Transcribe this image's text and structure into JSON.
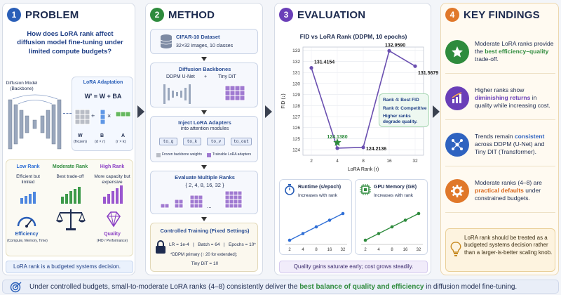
{
  "problem": {
    "num": "1",
    "header": "PROBLEM",
    "question": "How does LoRA rank affect diffusion model fine-tuning under limited compute budgets?",
    "model_label": "Diffusion Model (Backbone)",
    "lora_title": "LoRA Adaptation",
    "equation": "W' = W + BA",
    "w_label": "W",
    "w_sub": "(frozen)",
    "b_label": "B",
    "b_sub": "(d × r)",
    "a_label": "A",
    "a_sub": "(r × k)",
    "plus": "+",
    "times": "×",
    "ranks": [
      {
        "title": "Low Rank",
        "desc": "Efficient but limited",
        "color": "#2f6fd6"
      },
      {
        "title": "Moderate Rank",
        "desc": "Best trade-off",
        "color": "#2e8b3d"
      },
      {
        "title": "High Rank",
        "desc": "More capacity but expensive",
        "color": "#8a3fc4"
      }
    ],
    "eff_label": "Efficiency",
    "eff_sub": "(Compute, Memory, Time)",
    "qual_label": "Quality",
    "qual_sub": "(FID / Performance)",
    "footer": "LoRA rank is a budgeted systems decision."
  },
  "method": {
    "num": "2",
    "header": "METHOD",
    "dataset_title": "CIFAR-10 Dataset",
    "dataset_sub": "32×32 images, 10 classes",
    "backbones_title": "Diffusion Backbones",
    "backbone1": "DDPM U-Net",
    "plus": "+",
    "backbone2": "Tiny DiT",
    "inject_title": "Inject LoRA Adapters",
    "inject_sub": "into attention modules",
    "modules": [
      "to_q",
      "to_k",
      "to_v",
      "to_out"
    ],
    "legend_frozen": "Frozen backbone weights",
    "legend_train": "Trainable LoRA adapters",
    "eval_title": "Evaluate Multiple Ranks",
    "eval_sub": "{ 2, 4, 8, 16, 32 }",
    "dots": "...",
    "train_title": "Controlled Training (Fixed Settings)",
    "train_line1": "LR = 1e-4   |   Batch = 64   |   Epochs = 10*",
    "train_line2": "*DDPM primary (↑ 20 for extended);",
    "train_line3": "Tiny DiT = 10"
  },
  "evaluation": {
    "num": "3",
    "header": "EVALUATION",
    "chart_title": "FID vs LoRA Rank (DDPM, 10 epochs)",
    "ylabel": "FID (↓)",
    "xlabel": "LoRA Rank (r)",
    "callout": [
      "Rank 4: Best FID",
      "Rank 8: Competitive",
      "Higher ranks degrade quality."
    ],
    "runtime_title": "Runtime (s/epoch)",
    "runtime_sub": "Increases with rank",
    "gpu_title": "GPU Memory (GB)",
    "gpu_sub": "Increases with rank",
    "footer": "Quality gains saturate early; cost grows steadily."
  },
  "chart_data": [
    {
      "type": "line",
      "x_categories": [
        "2",
        "4",
        "8",
        "16",
        "32"
      ],
      "series": [
        {
          "values": [
            131.4154,
            124.138,
            124.2136,
            132.959,
            131.5679
          ]
        }
      ],
      "point_labels": [
        "131.4154",
        "124.1380",
        "124.2136",
        "132.9590",
        "131.5679"
      ],
      "yticks": [
        124,
        125,
        126,
        127,
        128,
        129,
        130,
        131,
        132,
        133
      ],
      "ylim": [
        123.5,
        133.3
      ],
      "title": "FID vs LoRA Rank (DDPM, 10 epochs)",
      "xlabel": "LoRA Rank (r)",
      "ylabel": "FID (↓)",
      "grid": true,
      "highlight": "4",
      "colors": {
        "line": "#6a4fb0",
        "best": "#2e8b3d"
      }
    },
    {
      "type": "line",
      "title": "Runtime (s/epoch)",
      "x_categories": [
        "2",
        "4",
        "8",
        "16",
        "32"
      ],
      "series": [
        {
          "values": [
            1,
            2,
            3,
            4,
            5
          ]
        }
      ],
      "colors": {
        "line": "#2f6fd6"
      }
    },
    {
      "type": "line",
      "title": "GPU Memory (GB)",
      "x_categories": [
        "2",
        "4",
        "8",
        "16",
        "32"
      ],
      "series": [
        {
          "values": [
            1,
            2,
            3,
            4,
            5
          ]
        }
      ],
      "colors": {
        "line": "#2e8b3d"
      }
    }
  ],
  "findings": {
    "num": "4",
    "header": "KEY FINDINGS",
    "items": [
      {
        "pre": "Moderate LoRA ranks provide the ",
        "hl": "best efficiency–quality",
        "post": " trade-off.",
        "icon": "star-icon",
        "color": "#2e8b3d",
        "hlcolor": "#2e8b3d"
      },
      {
        "pre": "Higher ranks show ",
        "hl": "diminishing returns",
        "post": " in quality while increasing cost.",
        "icon": "bar-chart-icon",
        "color": "#6a3fb8",
        "hlcolor": "#6a3fb8"
      },
      {
        "pre": "Trends remain ",
        "hl": "consistent",
        "post": " across DDPM (U-Net) and Tiny DIT (Transformer).",
        "icon": "network-icon",
        "color": "#2f63c0",
        "hlcolor": "#2f63c0"
      },
      {
        "pre": "Moderate ranks (4–8) are ",
        "hl": "practical defaults",
        "post": " under constrained budgets.",
        "icon": "gear-icon",
        "color": "#e0782a",
        "hlcolor": "#d9661a"
      }
    ],
    "note": "LoRA rank should be treated as a budgeted systems decision rather than a larger-is-better scaling knob."
  },
  "banner": {
    "pre": "Under controlled budgets, small-to-moderate LoRA ranks (4–8) consistently deliver the ",
    "hl": "best balance of quality and efficiency",
    "post": " in diffusion model fine-tuning."
  },
  "colors": {
    "blue": "#2a5fb8",
    "green": "#2e8b3d",
    "purple": "#6a3fb8",
    "orange": "#e0782a"
  }
}
